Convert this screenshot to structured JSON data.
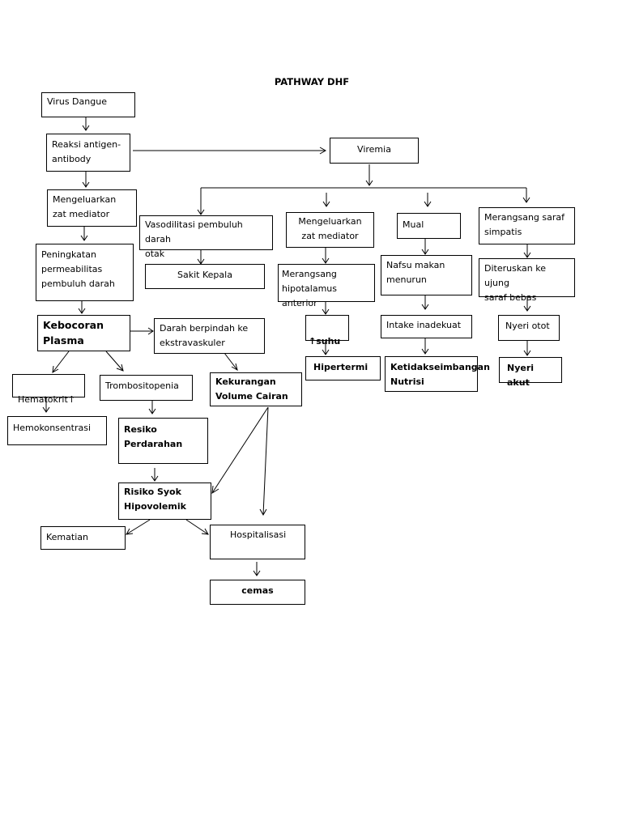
{
  "title": "PATHWAY DHF",
  "nodes": {
    "virus": "Virus Dangue",
    "reaksi": "Reaksi antigen-\nantibody",
    "viremia": "Viremia",
    "mengeluarkan1": "Mengeluarkan\nzat mediator",
    "peningkatan": "Peningkatan\npermeabilitas\npembuluh darah",
    "kebocoran": "Kebocoran\nPlasma",
    "hematokrit": "Hematokrit",
    "hematokrit_arrow": "↑",
    "trombositopenia": "Trombositopenia",
    "hemokonsentrasi": "Hemokonsentrasi",
    "darah_berpindah": "Darah berpindah ke\nekstravaskuler",
    "kekurangan": "Kekurangan\nVolume Cairan",
    "resiko_perdarahan": "Resiko\nPerdarahan",
    "risiko_syok": "Risiko Syok\nHipovolemik",
    "kematian": "Kematian",
    "hospitalisasi": "Hospitalisasi",
    "cemas": "cemas",
    "vasodilitasi": "Vasodilitasi pembuluh darah\notak",
    "sakit_kepala": "Sakit Kepala",
    "mengeluarkan2": "Mengeluarkan\nzat mediator",
    "merangsang_hipo": "Merangsang\nhipotalamus anterior",
    "suhu_arrow": "↑",
    "suhu": "suhu",
    "hipertermi": "Hipertermi",
    "mual": "Mual",
    "nafsu": "Nafsu makan\nmenurun",
    "intake": "Intake inadekuat",
    "ketidak": "Ketidakseimbangan\nNutrisi",
    "merangsang_saraf": "Merangsang saraf\nsimpatis",
    "diteruskan": "Diteruskan ke ujung\nsaraf bebas",
    "nyeri_otot": "Nyeri otot",
    "nyeri_akut": "Nyeri akut"
  }
}
